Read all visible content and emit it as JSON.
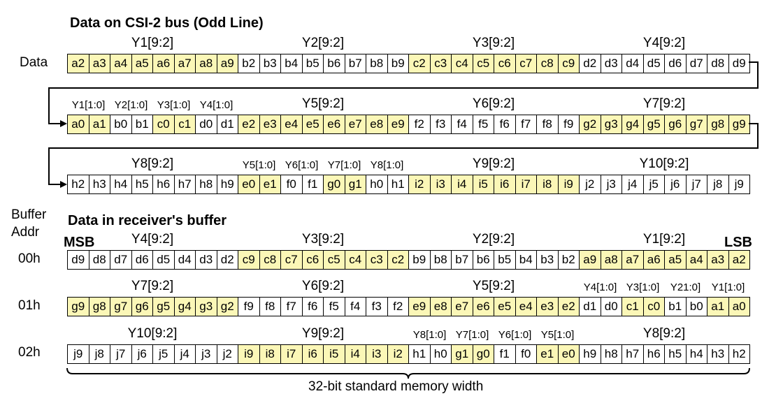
{
  "csi_title": "Data on CSI-2 bus (Odd Line)",
  "data_label": "Data",
  "buffer_addr_label": [
    "Buffer",
    "Addr"
  ],
  "buffer_title": "Data in receiver's buffer",
  "msb_label": "MSB",
  "lsb_label": "LSB",
  "width_label": "32-bit standard memory width",
  "colors": {
    "highlight": "#fbf7b7",
    "plain": "#ffffff",
    "border": "#000000"
  },
  "csi_rows": [
    {
      "labels": [
        [
          "Y1[9:2]",
          0,
          8,
          "y"
        ],
        [
          "Y2[9:2]",
          8,
          16,
          "y"
        ],
        [
          "Y3[9:2]",
          16,
          24,
          "y"
        ],
        [
          "Y4[9:2]",
          24,
          32,
          "y"
        ]
      ],
      "cells": [
        [
          "a2",
          1
        ],
        [
          "a3",
          1
        ],
        [
          "a4",
          1
        ],
        [
          "a5",
          1
        ],
        [
          "a6",
          1
        ],
        [
          "a7",
          1
        ],
        [
          "a8",
          1
        ],
        [
          "a9",
          1
        ],
        [
          "b2",
          0
        ],
        [
          "b3",
          0
        ],
        [
          "b4",
          0
        ],
        [
          "b5",
          0
        ],
        [
          "b6",
          0
        ],
        [
          "b7",
          0
        ],
        [
          "b8",
          0
        ],
        [
          "b9",
          0
        ],
        [
          "c2",
          1
        ],
        [
          "c3",
          1
        ],
        [
          "c4",
          1
        ],
        [
          "c5",
          1
        ],
        [
          "c6",
          1
        ],
        [
          "c7",
          1
        ],
        [
          "c8",
          1
        ],
        [
          "c9",
          1
        ],
        [
          "d2",
          0
        ],
        [
          "d3",
          0
        ],
        [
          "d4",
          0
        ],
        [
          "d5",
          0
        ],
        [
          "d6",
          0
        ],
        [
          "d7",
          0
        ],
        [
          "d8",
          0
        ],
        [
          "d9",
          0
        ]
      ]
    },
    {
      "labels": [
        [
          "Y1[1:0]",
          0,
          2,
          "s"
        ],
        [
          "Y2[1:0]",
          2,
          4,
          "s"
        ],
        [
          "Y3[1:0]",
          4,
          6,
          "s"
        ],
        [
          "Y4[1:0]",
          6,
          8,
          "s"
        ],
        [
          "Y5[9:2]",
          8,
          16,
          "y"
        ],
        [
          "Y6[9:2]",
          16,
          24,
          "y"
        ],
        [
          "Y7[9:2]",
          24,
          32,
          "y"
        ]
      ],
      "cells": [
        [
          "a0",
          1
        ],
        [
          "a1",
          1
        ],
        [
          "b0",
          0
        ],
        [
          "b1",
          0
        ],
        [
          "c0",
          1
        ],
        [
          "c1",
          1
        ],
        [
          "d0",
          0
        ],
        [
          "d1",
          0
        ],
        [
          "e2",
          1
        ],
        [
          "e3",
          1
        ],
        [
          "e4",
          1
        ],
        [
          "e5",
          1
        ],
        [
          "e6",
          1
        ],
        [
          "e7",
          1
        ],
        [
          "e8",
          1
        ],
        [
          "e9",
          1
        ],
        [
          "f2",
          0
        ],
        [
          "f3",
          0
        ],
        [
          "f4",
          0
        ],
        [
          "f5",
          0
        ],
        [
          "f6",
          0
        ],
        [
          "f7",
          0
        ],
        [
          "f8",
          0
        ],
        [
          "f9",
          0
        ],
        [
          "g2",
          1
        ],
        [
          "g3",
          1
        ],
        [
          "g4",
          1
        ],
        [
          "g5",
          1
        ],
        [
          "g6",
          1
        ],
        [
          "g7",
          1
        ],
        [
          "g8",
          1
        ],
        [
          "g9",
          1
        ]
      ]
    },
    {
      "labels": [
        [
          "Y8[9:2]",
          0,
          8,
          "y"
        ],
        [
          "Y5[1:0]",
          8,
          10,
          "s"
        ],
        [
          "Y6[1:0]",
          10,
          12,
          "s"
        ],
        [
          "Y7[1:0]",
          12,
          14,
          "s"
        ],
        [
          "Y8[1:0]",
          14,
          16,
          "s"
        ],
        [
          "Y9[9:2]",
          16,
          24,
          "y"
        ],
        [
          "Y10[9:2]",
          24,
          32,
          "y"
        ]
      ],
      "cells": [
        [
          "h2",
          0
        ],
        [
          "h3",
          0
        ],
        [
          "h4",
          0
        ],
        [
          "h5",
          0
        ],
        [
          "h6",
          0
        ],
        [
          "h7",
          0
        ],
        [
          "h8",
          0
        ],
        [
          "h9",
          0
        ],
        [
          "e0",
          1
        ],
        [
          "e1",
          1
        ],
        [
          "f0",
          0
        ],
        [
          "f1",
          0
        ],
        [
          "g0",
          1
        ],
        [
          "g1",
          1
        ],
        [
          "h0",
          0
        ],
        [
          "h1",
          0
        ],
        [
          "i2",
          1
        ],
        [
          "i3",
          1
        ],
        [
          "i4",
          1
        ],
        [
          "i5",
          1
        ],
        [
          "i6",
          1
        ],
        [
          "i7",
          1
        ],
        [
          "i8",
          1
        ],
        [
          "i9",
          1
        ],
        [
          "j2",
          0
        ],
        [
          "j3",
          0
        ],
        [
          "j4",
          0
        ],
        [
          "j5",
          0
        ],
        [
          "j6",
          0
        ],
        [
          "j7",
          0
        ],
        [
          "j8",
          0
        ],
        [
          "j9",
          0
        ]
      ]
    }
  ],
  "buffer_rows": [
    {
      "addr": "00h",
      "labels": [
        [
          "Y4[9:2]",
          0,
          8,
          "y"
        ],
        [
          "Y3[9:2]",
          8,
          16,
          "y"
        ],
        [
          "Y2[9:2]",
          16,
          24,
          "y"
        ],
        [
          "Y1[9:2]",
          24,
          32,
          "y"
        ]
      ],
      "cells": [
        [
          "d9",
          0
        ],
        [
          "d8",
          0
        ],
        [
          "d7",
          0
        ],
        [
          "d6",
          0
        ],
        [
          "d5",
          0
        ],
        [
          "d4",
          0
        ],
        [
          "d3",
          0
        ],
        [
          "d2",
          0
        ],
        [
          "c9",
          1
        ],
        [
          "c8",
          1
        ],
        [
          "c7",
          1
        ],
        [
          "c6",
          1
        ],
        [
          "c5",
          1
        ],
        [
          "c4",
          1
        ],
        [
          "c3",
          1
        ],
        [
          "c2",
          1
        ],
        [
          "b9",
          0
        ],
        [
          "b8",
          0
        ],
        [
          "b7",
          0
        ],
        [
          "b6",
          0
        ],
        [
          "b5",
          0
        ],
        [
          "b4",
          0
        ],
        [
          "b3",
          0
        ],
        [
          "b2",
          0
        ],
        [
          "a9",
          1
        ],
        [
          "a8",
          1
        ],
        [
          "a7",
          1
        ],
        [
          "a6",
          1
        ],
        [
          "a5",
          1
        ],
        [
          "a4",
          1
        ],
        [
          "a3",
          1
        ],
        [
          "a2",
          1
        ]
      ]
    },
    {
      "addr": "01h",
      "labels": [
        [
          "Y7[9:2]",
          0,
          8,
          "y"
        ],
        [
          "Y6[9:2]",
          8,
          16,
          "y"
        ],
        [
          "Y5[9:2]",
          16,
          24,
          "y"
        ],
        [
          "Y4[1:0]",
          24,
          26,
          "s"
        ],
        [
          "Y3[1:0]",
          26,
          28,
          "s"
        ],
        [
          "Y21:0]",
          28,
          30,
          "s"
        ],
        [
          "Y1[1:0]",
          30,
          32,
          "s"
        ]
      ],
      "cells": [
        [
          "g9",
          1
        ],
        [
          "g8",
          1
        ],
        [
          "g7",
          1
        ],
        [
          "g6",
          1
        ],
        [
          "g5",
          1
        ],
        [
          "g4",
          1
        ],
        [
          "g3",
          1
        ],
        [
          "g2",
          1
        ],
        [
          "f9",
          0
        ],
        [
          "f8",
          0
        ],
        [
          "f7",
          0
        ],
        [
          "f6",
          0
        ],
        [
          "f5",
          0
        ],
        [
          "f4",
          0
        ],
        [
          "f3",
          0
        ],
        [
          "f2",
          0
        ],
        [
          "e9",
          1
        ],
        [
          "e8",
          1
        ],
        [
          "e7",
          1
        ],
        [
          "e6",
          1
        ],
        [
          "e5",
          1
        ],
        [
          "e4",
          1
        ],
        [
          "e3",
          1
        ],
        [
          "e2",
          1
        ],
        [
          "d1",
          0
        ],
        [
          "d0",
          0
        ],
        [
          "c1",
          1
        ],
        [
          "c0",
          1
        ],
        [
          "b1",
          0
        ],
        [
          "b0",
          0
        ],
        [
          "a1",
          1
        ],
        [
          "a0",
          1
        ]
      ]
    },
    {
      "addr": "02h",
      "labels": [
        [
          "Y10[9:2]",
          0,
          8,
          "y"
        ],
        [
          "Y9[9:2]",
          8,
          16,
          "y"
        ],
        [
          "Y8[1:0]",
          16,
          18,
          "s"
        ],
        [
          "Y7[1:0]",
          18,
          20,
          "s"
        ],
        [
          "Y6[1:0]",
          20,
          22,
          "s"
        ],
        [
          "Y5[1:0]",
          22,
          24,
          "s"
        ],
        [
          "Y8[9:2]",
          24,
          32,
          "y"
        ]
      ],
      "cells": [
        [
          "j9",
          0
        ],
        [
          "j8",
          0
        ],
        [
          "j7",
          0
        ],
        [
          "j6",
          0
        ],
        [
          "j5",
          0
        ],
        [
          "j4",
          0
        ],
        [
          "j3",
          0
        ],
        [
          "j2",
          0
        ],
        [
          "i9",
          1
        ],
        [
          "i8",
          1
        ],
        [
          "i7",
          1
        ],
        [
          "i6",
          1
        ],
        [
          "i5",
          1
        ],
        [
          "i4",
          1
        ],
        [
          "i3",
          1
        ],
        [
          "i2",
          1
        ],
        [
          "h1",
          0
        ],
        [
          "h0",
          0
        ],
        [
          "g1",
          1
        ],
        [
          "g0",
          1
        ],
        [
          "f1",
          0
        ],
        [
          "f0",
          0
        ],
        [
          "e1",
          1
        ],
        [
          "e0",
          1
        ],
        [
          "h9",
          0
        ],
        [
          "h8",
          0
        ],
        [
          "h7",
          0
        ],
        [
          "h6",
          0
        ],
        [
          "h5",
          0
        ],
        [
          "h4",
          0
        ],
        [
          "h3",
          0
        ],
        [
          "h2",
          0
        ]
      ]
    }
  ]
}
